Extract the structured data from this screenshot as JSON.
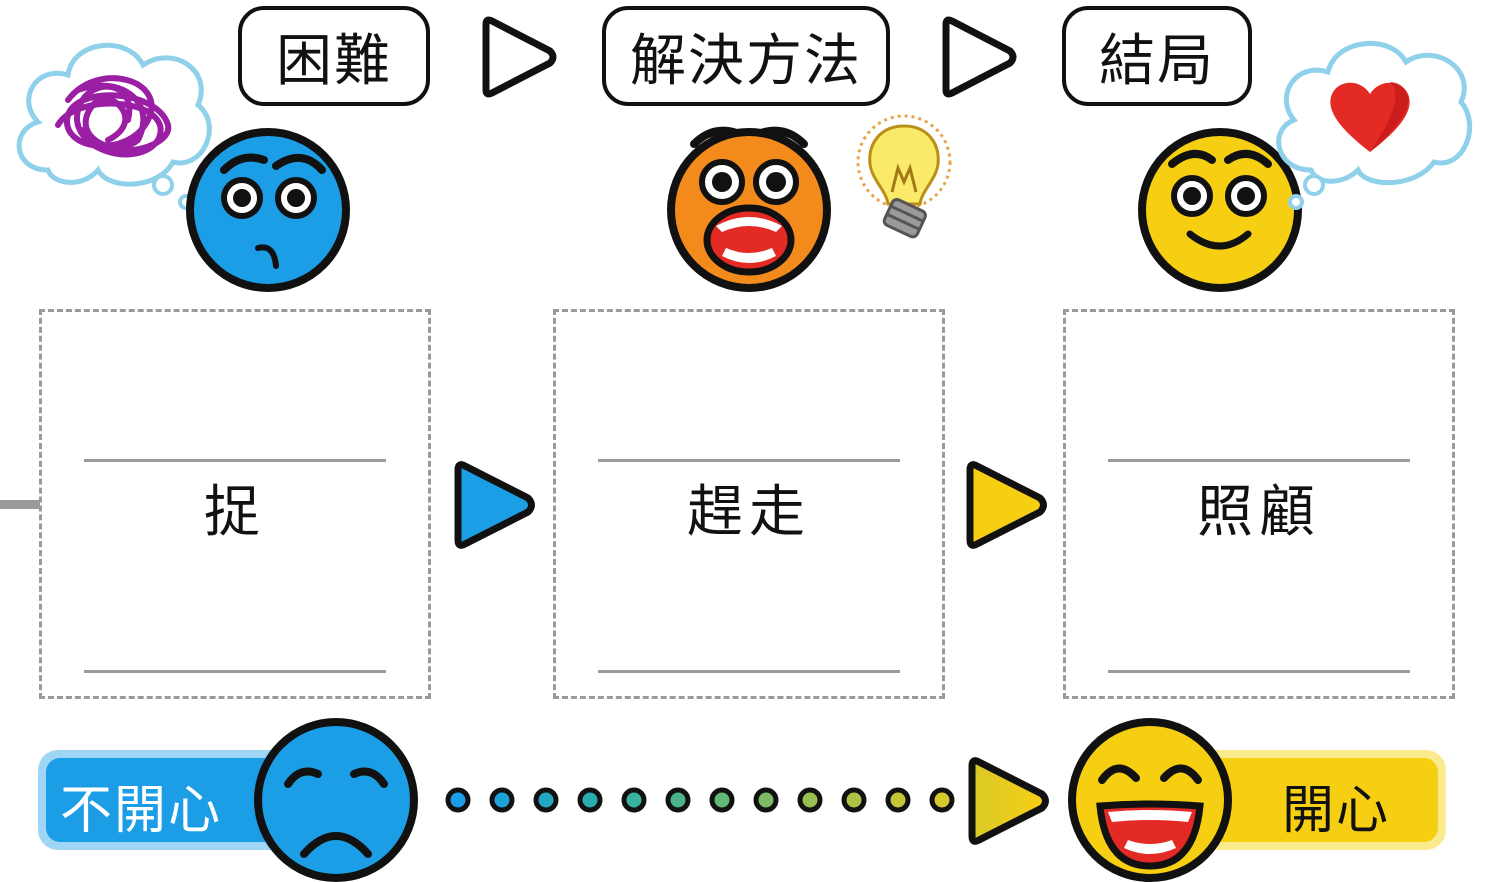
{
  "header": {
    "steps": [
      "困難",
      "解決方法",
      "結局"
    ]
  },
  "cards": [
    {
      "word": "捉",
      "color": "#1b9ee6"
    },
    {
      "word": "趕走",
      "color": "#f28b1c"
    },
    {
      "word": "照顧",
      "color": "#f7cf12"
    }
  ],
  "mood_bar": {
    "start_label": "不開心",
    "end_label": "開心",
    "start_color": "#1b9ee6",
    "end_color": "#f7cf12"
  },
  "icons": [
    "thought-bubble-scribble-icon",
    "worried-face-icon",
    "shouting-face-icon",
    "lightbulb-icon",
    "smiling-face-icon",
    "thought-bubble-heart-icon",
    "sad-face-icon",
    "laughing-face-icon"
  ]
}
